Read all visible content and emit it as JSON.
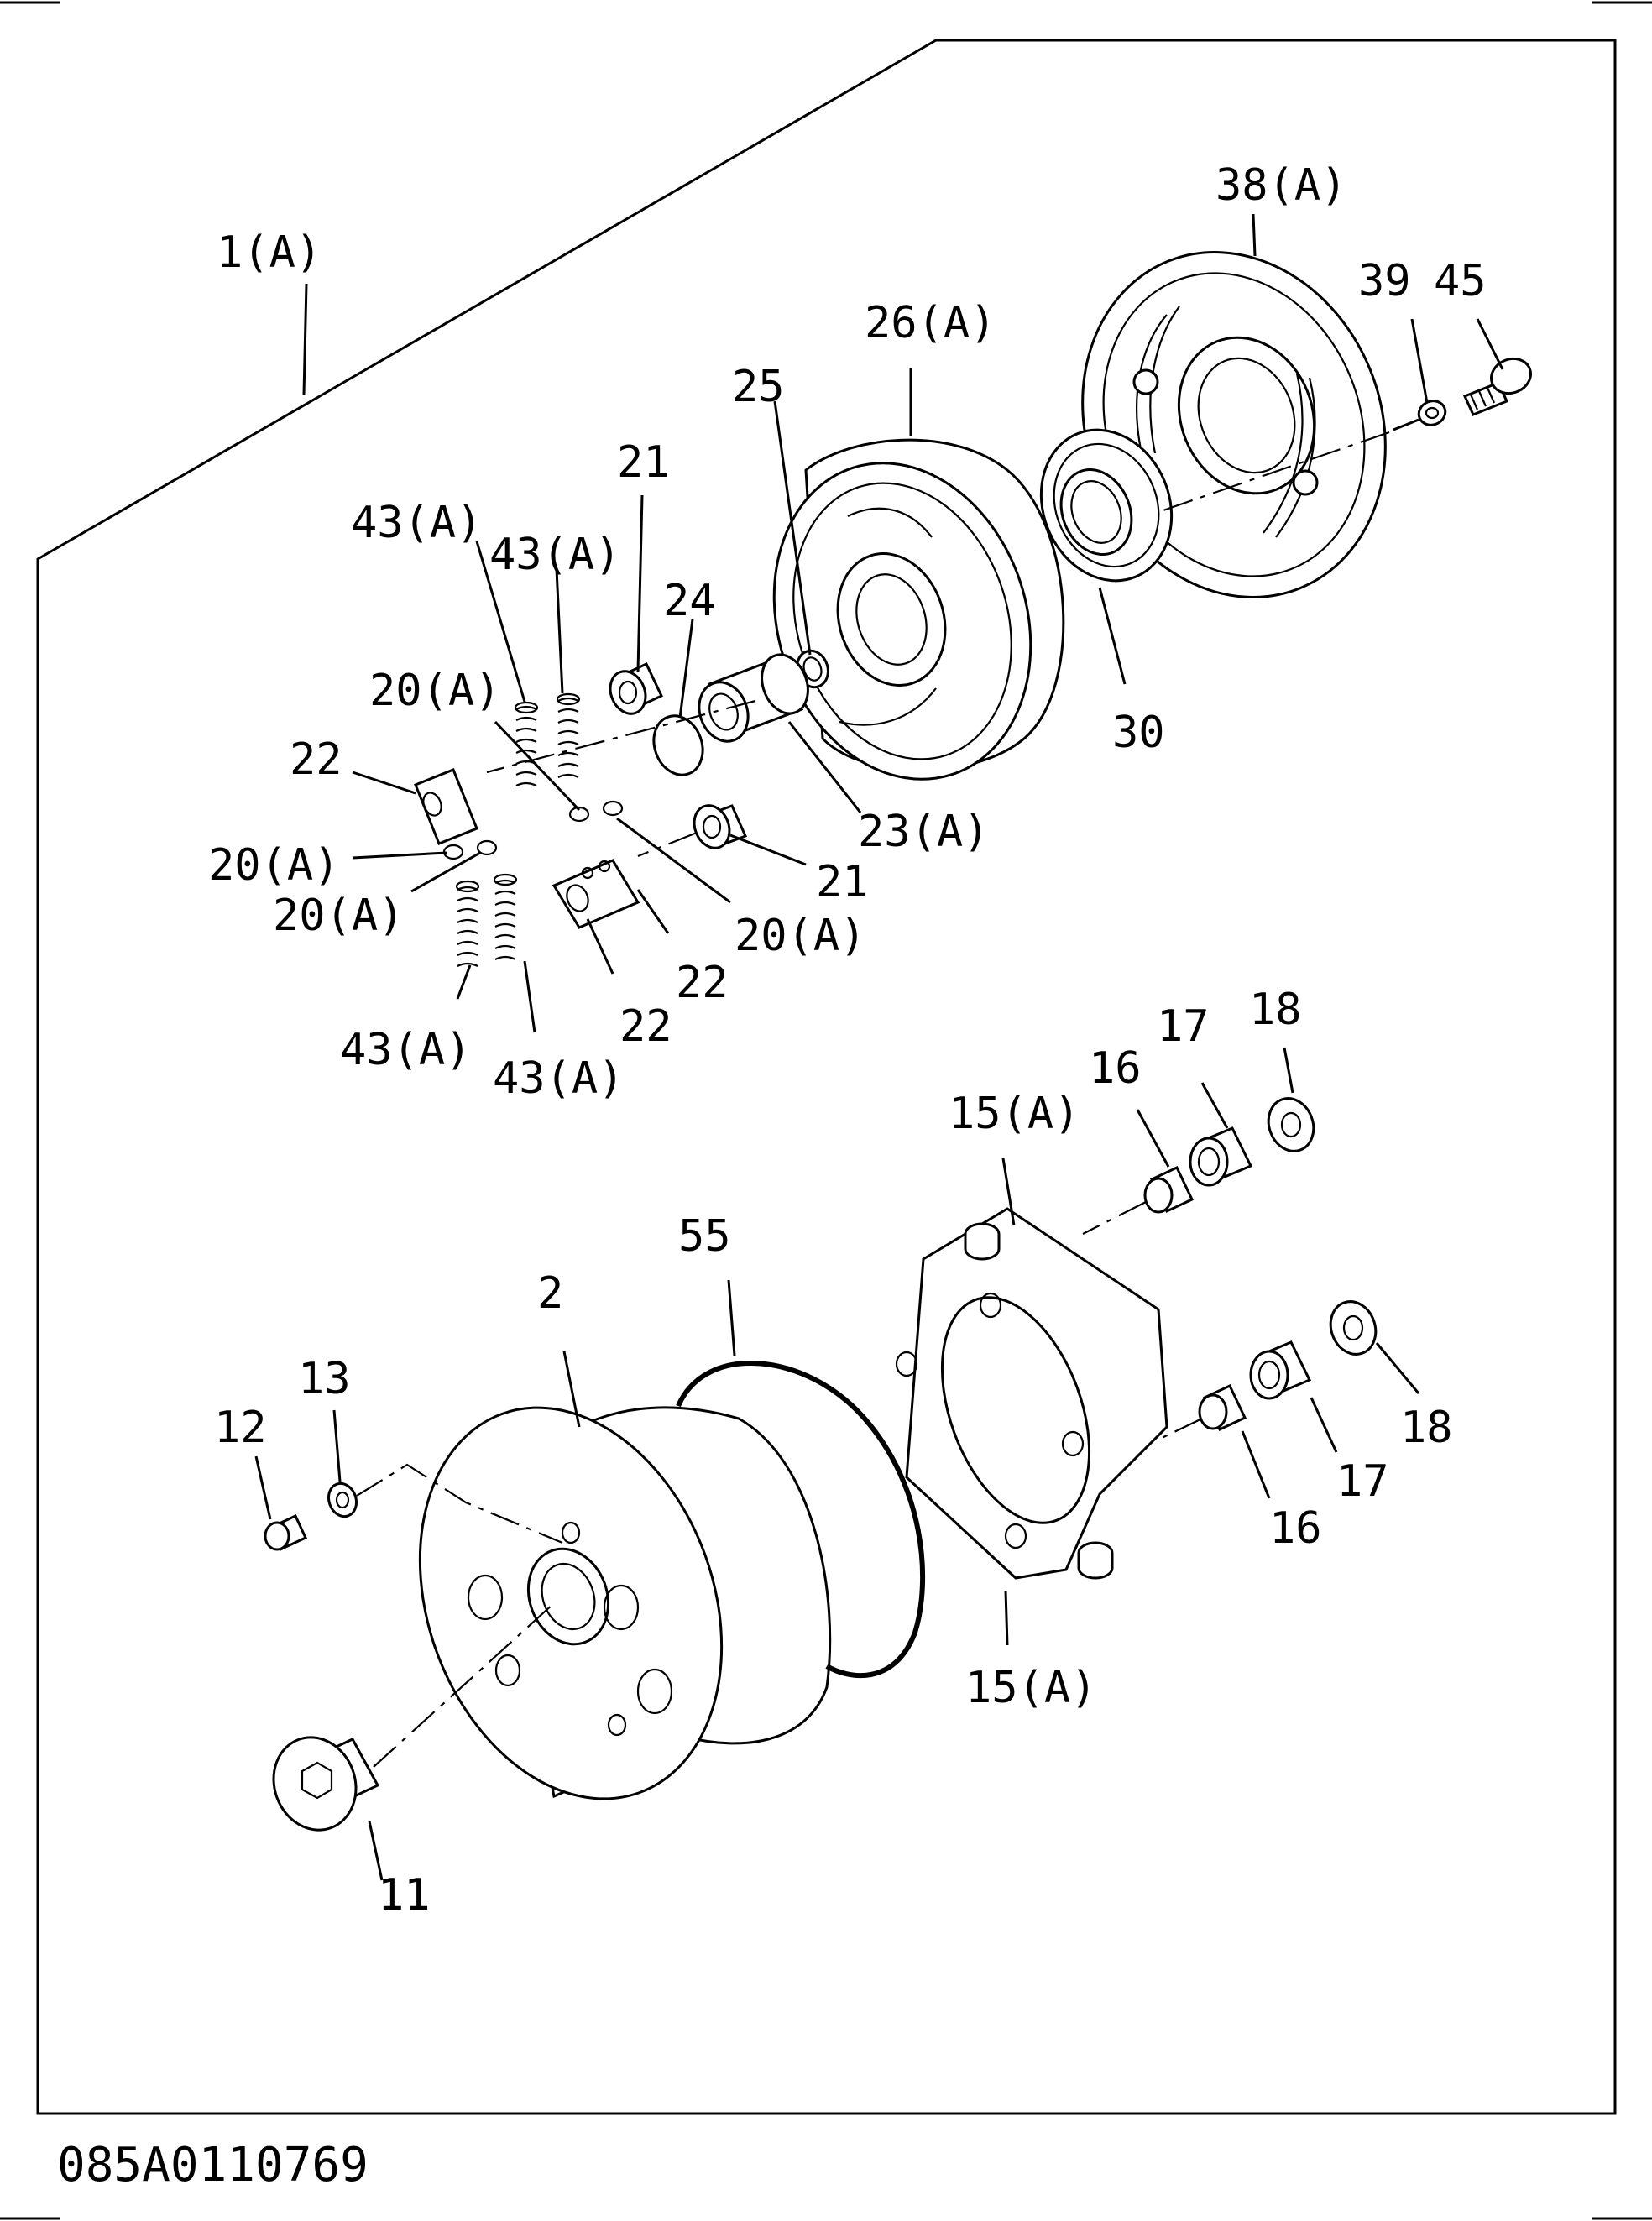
{
  "drawing": {
    "reference_number": "085A0110769"
  },
  "callouts": {
    "assembly": "1(A)",
    "c38": "38(A)",
    "c39": "39",
    "c45": "45",
    "c26": "26(A)",
    "c25": "25",
    "c21_top": "21",
    "c43_a": "43(A)",
    "c43_b": "43(A)",
    "c24": "24",
    "c20_a": "20(A)",
    "c22_top": "22",
    "c30": "30",
    "c23": "23(A)",
    "c21_mid": "21",
    "c20_b": "20(A)",
    "c20_c": "20(A)",
    "c20_d": "20(A)",
    "c22_b": "22",
    "c22_c": "22",
    "c43_c": "43(A)",
    "c43_d": "43(A)",
    "c18_top": "18",
    "c17_top": "17",
    "c16_top": "16",
    "c15_top": "15(A)",
    "c55": "55",
    "c2": "2",
    "c13": "13",
    "c12": "12",
    "c18_bot": "18",
    "c17_bot": "17",
    "c16_bot": "16",
    "c15_bot": "15(A)",
    "c11": "11"
  }
}
